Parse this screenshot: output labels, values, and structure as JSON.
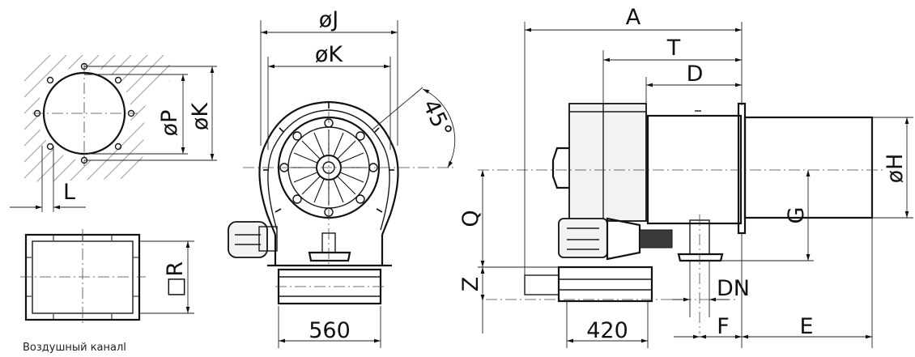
{
  "labels": {
    "J": "øJ",
    "K_front": "øK",
    "angle": "45°",
    "P": "øP",
    "K_flange": "øK",
    "L": "L",
    "R": "□R",
    "duct_caption": "Воздушный каналl",
    "dim_560": "560",
    "A": "A",
    "T": "T",
    "D": "D",
    "H": "øH",
    "G": "G",
    "Q": "Q",
    "Z": "Z",
    "DN": "DN",
    "dim_420": "420",
    "F": "F",
    "E": "E"
  },
  "colors": {
    "line": "#111111",
    "hatch": "#8a8a8a",
    "background": "#ffffff"
  }
}
